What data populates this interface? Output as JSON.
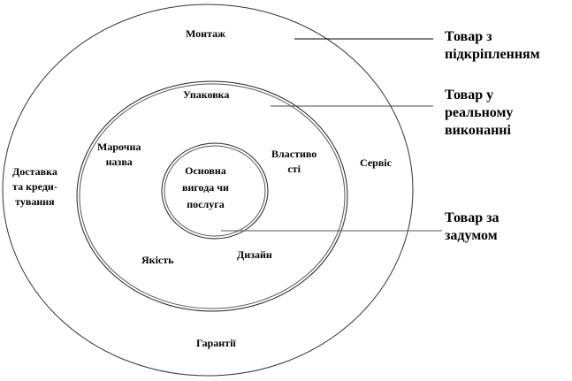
{
  "rings": {
    "augmented": [
      "Монтаж",
      "Доставка",
      "та креди-",
      "тування",
      "Сервіс",
      "Гарантії"
    ],
    "actual": [
      "Упаковка",
      "Марочна",
      "назва",
      "Властиво",
      "сті",
      "Якість",
      "Дизайн"
    ],
    "core": [
      "Основна",
      "вигода чи",
      "послуга"
    ]
  },
  "legend": {
    "augmented": [
      "Товар з",
      "підкріпленням"
    ],
    "actual": [
      "Товар у",
      "реальному",
      "виконанні"
    ],
    "core": [
      "Товар за",
      "задумом"
    ]
  }
}
